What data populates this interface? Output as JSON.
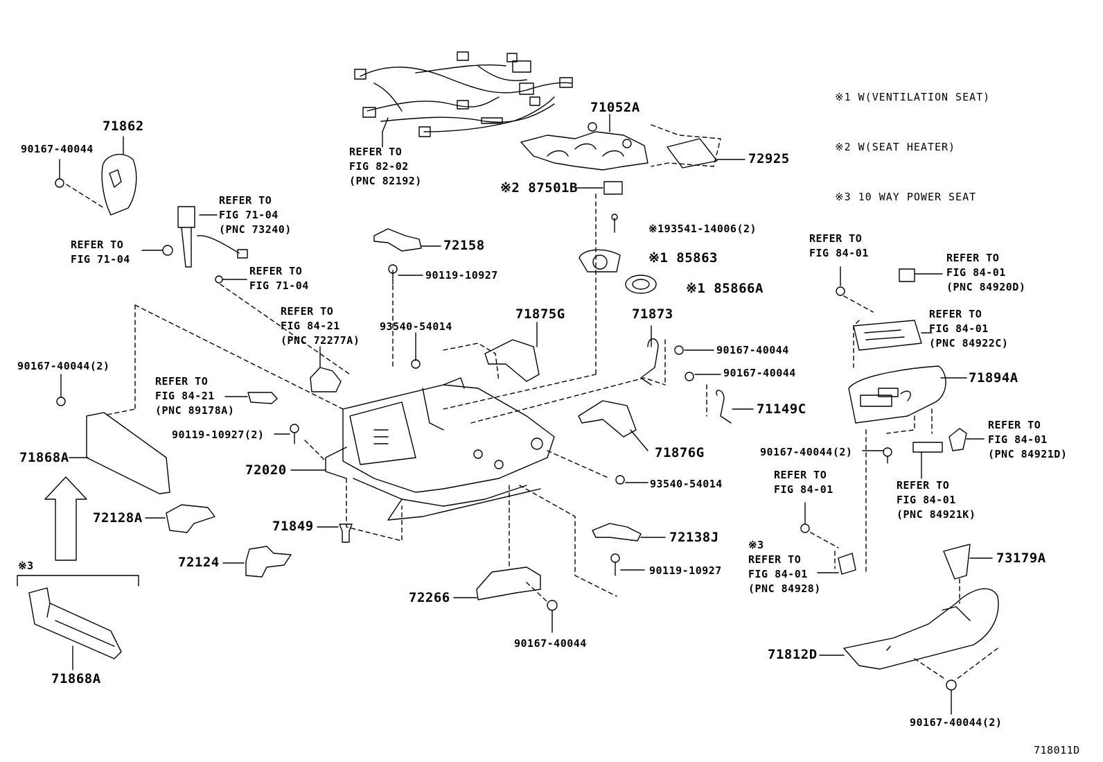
{
  "legend": [
    "※1 W(VENTILATION SEAT)",
    "※2 W(SEAT HEATER)",
    "※3 10 WAY POWER SEAT"
  ],
  "labels": {
    "p71052A": "71052A",
    "p72925": "72925",
    "p87501B": "※2 87501B",
    "p193541": "※193541-14006(2)",
    "p85863": "※1 85863",
    "p85866A": "※1 85866A",
    "ref_82_02": "REFER TO\nFIG 82-02\n(PNC 82192)",
    "p71862": "71862",
    "p90167_a": "90167-40044",
    "ref_71_04_73240": "REFER TO\nFIG 71-04\n(PNC 73240)",
    "ref_71_04_a": "REFER TO\nFIG 71-04",
    "ref_71_04_b": "REFER TO\nFIG 71-04",
    "p72158": "72158",
    "p90119_a": "90119-10927",
    "ref_84_21_72277A": "REFER TO\nFIG 84-21\n(PNC 72277A)",
    "p93540_a": "93540-54014",
    "p71875G": "71875G",
    "p71873": "71873",
    "p90167_b": "90167-40044",
    "p90167_c": "90167-40044",
    "p71149C": "71149C",
    "p90167_2_a": "90167-40044(2)",
    "ref_84_21_89178A": "REFER TO\nFIG 84-21\n(PNC 89178A)",
    "p90119_2": "90119-10927(2)",
    "p71868A_a": "71868A",
    "p72020": "72020",
    "p71876G": "71876G",
    "p93540_b": "93540-54014",
    "p72128A": "72128A",
    "p71849": "71849",
    "p72124": "72124",
    "p72138J": "72138J",
    "p90119_b": "90119-10927",
    "p72266": "72266",
    "p90167_d": "90167-40044",
    "note3_left": "※3",
    "p71868A_b": "71868A",
    "ref_84_01_a": "REFER TO\nFIG 84-01",
    "ref_84_01_84920D": "REFER TO\nFIG 84-01\n(PNC 84920D)",
    "ref_84_01_84922C": "REFER TO\nFIG 84-01\n(PNC 84922C)",
    "p71894A": "71894A",
    "ref_84_01_84921D": "REFER TO\nFIG 84-01\n(PNC 84921D)",
    "p90167_2_b": "90167-40044(2)",
    "ref_84_01_84921K": "REFER TO\nFIG 84-01\n(PNC 84921K)",
    "ref_84_01_b": "REFER TO\nFIG 84-01",
    "ref_84_01_84928": "※3\nREFER TO\nFIG 84-01\n(PNC 84928)",
    "p73179A": "73179A",
    "p71812D": "71812D",
    "p90167_2_c": "90167-40044(2)",
    "drawing_id": "718011D"
  }
}
